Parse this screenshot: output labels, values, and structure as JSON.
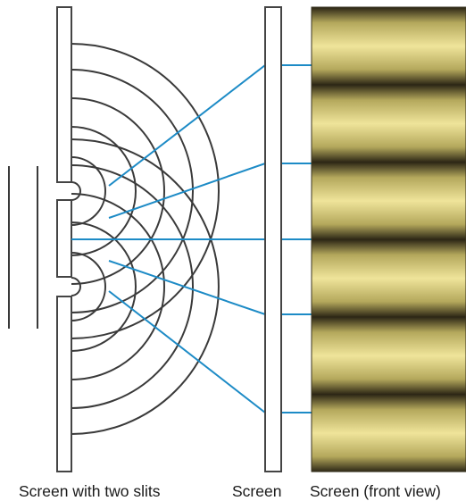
{
  "labels": {
    "two_slit_screen": "Screen with two slits",
    "screen": "Screen",
    "front_view": "Screen (front view)"
  },
  "colors": {
    "wave_arcs": "#3a3a3a",
    "rays": "#1d8bc6",
    "outline": "#444444",
    "fringe_bright": "#efe49a",
    "fringe_mid": "#b4a85c",
    "fringe_dark": "#2a2414"
  },
  "pattern": {
    "bright_fringes": 6
  }
}
